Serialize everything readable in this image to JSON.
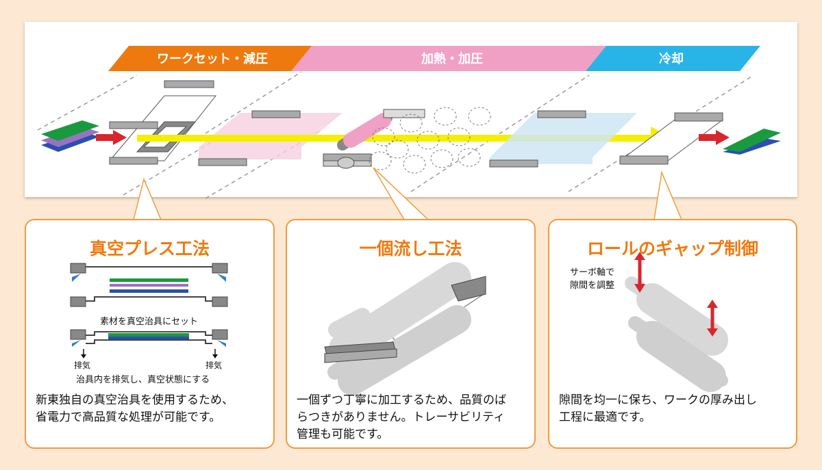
{
  "stages": {
    "work_set": "ワークセット・減圧",
    "heat_press": "加熱・加圧",
    "cool": "冷却"
  },
  "callouts": [
    {
      "title": "真空プレス工法",
      "caption_1": "素材を真空治具にセット",
      "exhaust_left": "排気",
      "exhaust_right": "排気",
      "caption_2": "治具内を排気し、真空状態にする",
      "body_1": "新東独自の真空治具を使用するため、",
      "body_2": "省電力で高品質な処理が可能です。"
    },
    {
      "title": "一個流し工法",
      "body_1": "一個ずつ丁寧に加工するため、品質のば",
      "body_2": "らつきがありません。トレーサビリティ",
      "body_3": "管理も可能です。"
    },
    {
      "title": "ロールのギャップ制御",
      "servo_1": "サーボ軸で",
      "servo_2": "隙間を調整",
      "body_1": "隙間を均一に保ち、ワークの厚み出し",
      "body_2": "工程に最適です。"
    }
  ],
  "colors": {
    "stage_orange": "#ee7a0f",
    "stage_pink": "#f0a0c4",
    "stage_blue": "#29b4e8",
    "accent": "#ee7a0f",
    "flow_arrow": "#f5ee00",
    "in_out_arrow": "#d9262c"
  }
}
